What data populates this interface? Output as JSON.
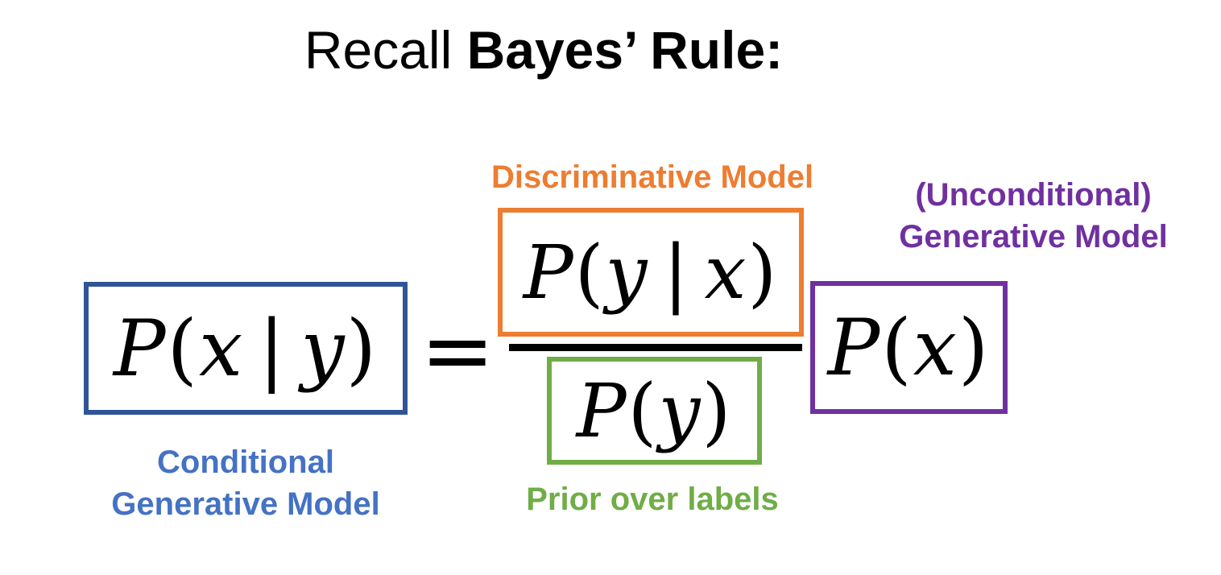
{
  "title": {
    "regular": "Recall ",
    "bold": "Bayes’ Rule:"
  },
  "colors": {
    "blue": "#2f5597",
    "blue_text": "#4472c4",
    "orange": "#ed7d31",
    "green": "#70ad47",
    "purple": "#7030a0",
    "black": "#000000"
  },
  "equation": {
    "lhs": {
      "func": "P",
      "open": "(",
      "var1": "x",
      "bar": "|",
      "var2": "y",
      "close": ")"
    },
    "equals": "=",
    "numerator": {
      "func": "P",
      "open": "(",
      "var1": "y",
      "bar": "|",
      "var2": "x",
      "close": ")"
    },
    "denominator": {
      "func": "P",
      "open": "(",
      "var1": "y",
      "close": ")"
    },
    "marginal": {
      "func": "P",
      "open": "(",
      "var1": "x",
      "close": ")"
    }
  },
  "labels": {
    "conditional_line1": "Conditional",
    "conditional_line2": "Generative Model",
    "discriminative": "Discriminative Model",
    "prior": "Prior over labels",
    "unconditional_line1": "(Unconditional)",
    "unconditional_line2": "Generative Model"
  }
}
